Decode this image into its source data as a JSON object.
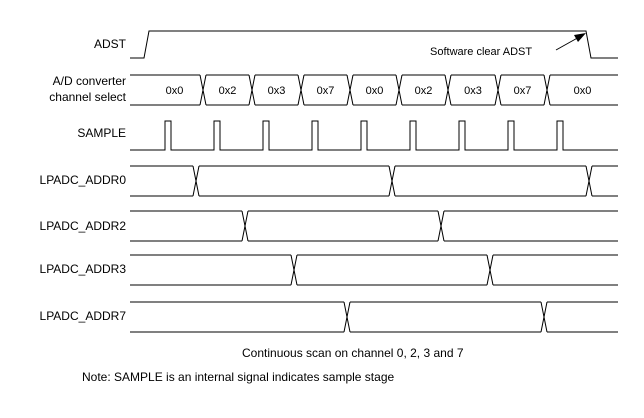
{
  "signals": {
    "adst": "ADST",
    "channel_select": [
      "A/D converter",
      "channel select"
    ],
    "sample": "SAMPLE",
    "addr0": "LPADC_ADDR0",
    "addr2": "LPADC_ADDR2",
    "addr3": "LPADC_ADDR3",
    "addr7": "LPADC_ADDR7"
  },
  "channel_values": [
    "0x0",
    "0x2",
    "0x3",
    "0x7",
    "0x0",
    "0x2",
    "0x3",
    "0x7",
    "0x0"
  ],
  "annotations": {
    "software_clear": "Software clear ADST",
    "caption": "Continuous scan on channel 0, 2, 3 and 7",
    "note": "Note:  SAMPLE is an internal signal indicates sample stage"
  }
}
